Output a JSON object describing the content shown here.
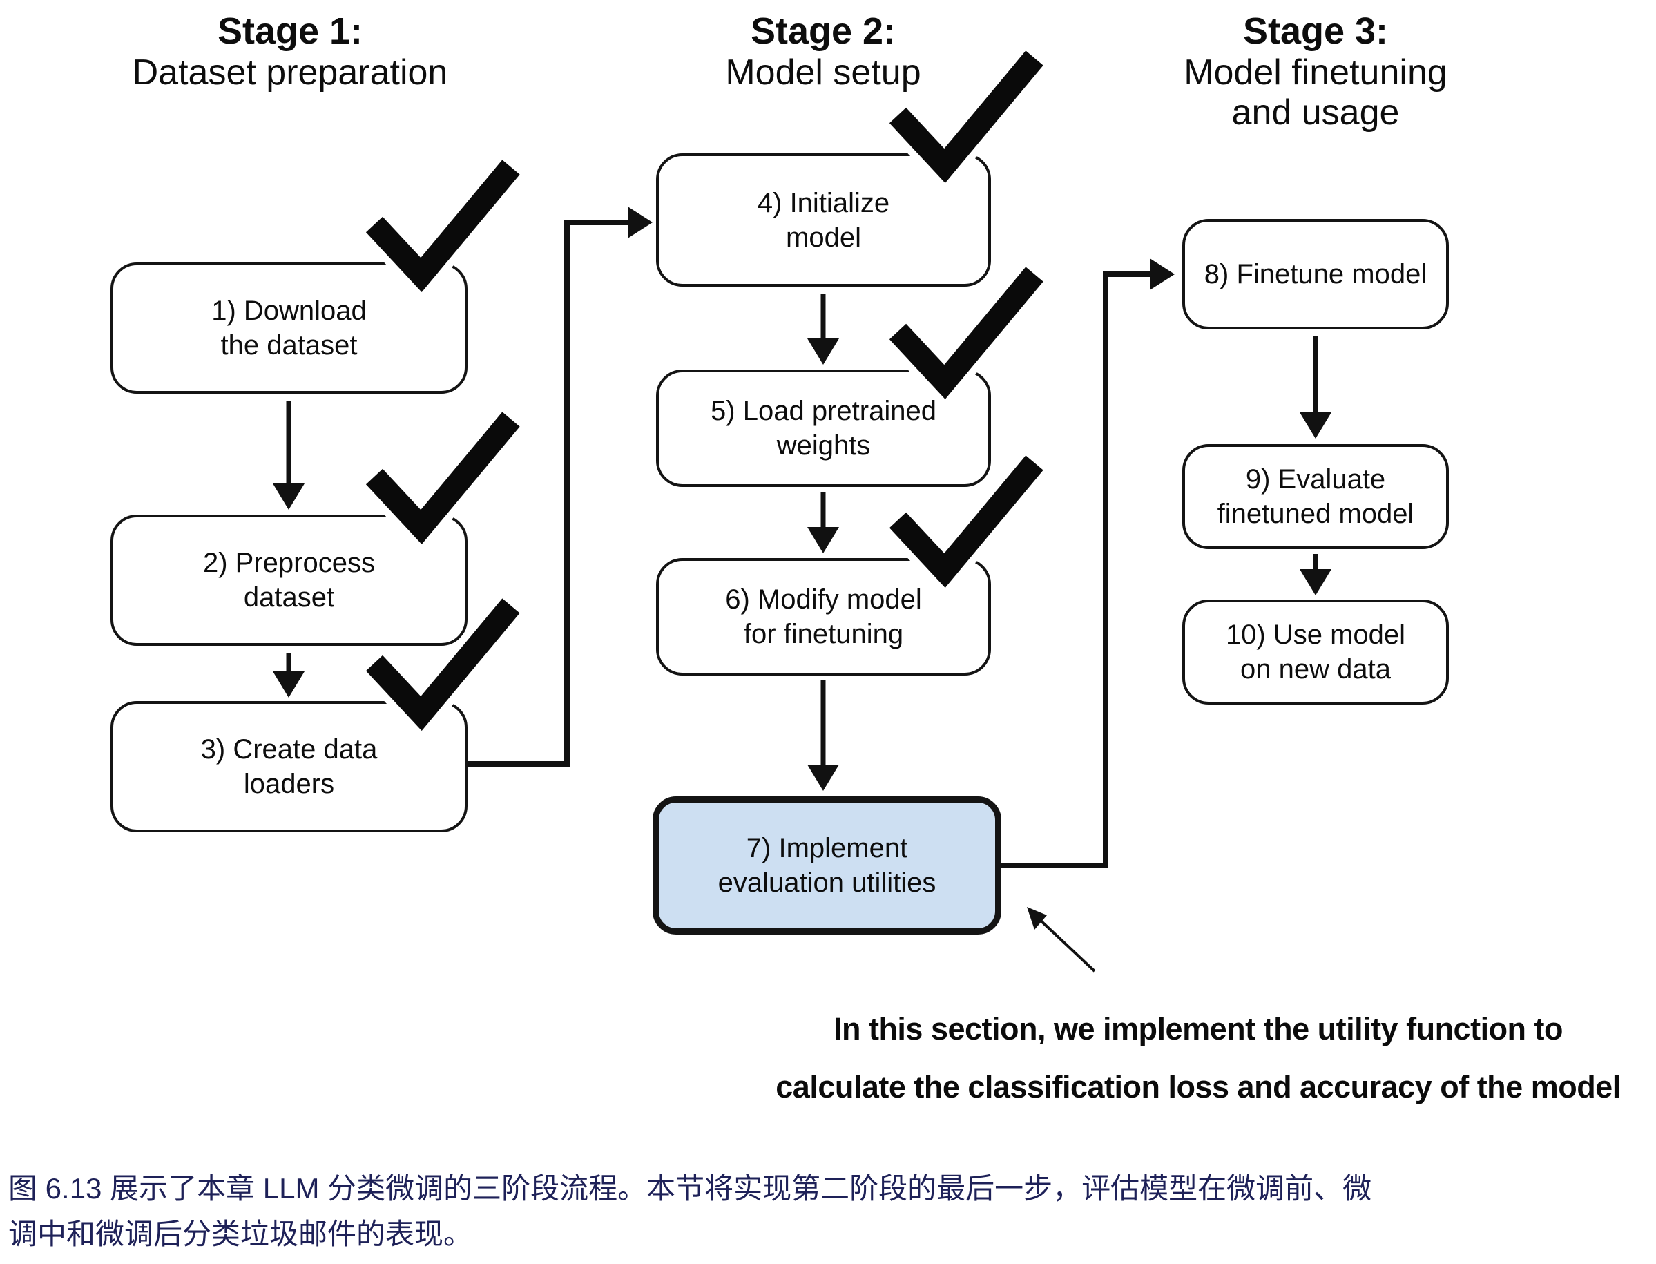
{
  "figure": {
    "type": "flow-diagram",
    "background_color": "#ffffff",
    "line_color": "#111111",
    "highlight_fill_color": "#cddff2",
    "caption_text_color": "#1e2158"
  },
  "stages": [
    {
      "title": "Stage 1:",
      "subtitle_lines": [
        "Dataset preparation"
      ]
    },
    {
      "title": "Stage 2:",
      "subtitle_lines": [
        "Model setup"
      ]
    },
    {
      "title": "Stage 3:",
      "subtitle_lines": [
        "Model finetuning",
        "and usage"
      ]
    }
  ],
  "boxes": [
    {
      "id": "1",
      "lines": [
        "1) Download",
        "the dataset"
      ],
      "checked": true,
      "highlighted": false
    },
    {
      "id": "2",
      "lines": [
        "2) Preprocess",
        "dataset"
      ],
      "checked": true,
      "highlighted": false
    },
    {
      "id": "3",
      "lines": [
        "3) Create data",
        "loaders"
      ],
      "checked": true,
      "highlighted": false
    },
    {
      "id": "4",
      "lines": [
        "4) Initialize",
        "model"
      ],
      "checked": true,
      "highlighted": false
    },
    {
      "id": "5",
      "lines": [
        "5) Load pretrained",
        "weights"
      ],
      "checked": true,
      "highlighted": false
    },
    {
      "id": "6",
      "lines": [
        "6) Modify model",
        "for finetuning"
      ],
      "checked": true,
      "highlighted": false
    },
    {
      "id": "7",
      "lines": [
        "7) Implement",
        "evaluation utilities"
      ],
      "checked": false,
      "highlighted": true
    },
    {
      "id": "8",
      "lines": [
        "8) Finetune model"
      ],
      "checked": false,
      "highlighted": false
    },
    {
      "id": "9",
      "lines": [
        "9) Evaluate",
        "finetuned model"
      ],
      "checked": false,
      "highlighted": false
    },
    {
      "id": "10",
      "lines": [
        "10) Use model",
        "on new data"
      ],
      "checked": false,
      "highlighted": false
    }
  ],
  "annotation": {
    "line1": "In this section, we implement the utility function to",
    "line2": "calculate the classification loss and accuracy of the model"
  },
  "caption": {
    "line1": "图 6.13 展示了本章 LLM 分类微调的三阶段流程。本节将实现第二阶段的最后一步，评估模型在微调前、微",
    "line2": "调中和微调后分类垃圾邮件的表现。"
  }
}
